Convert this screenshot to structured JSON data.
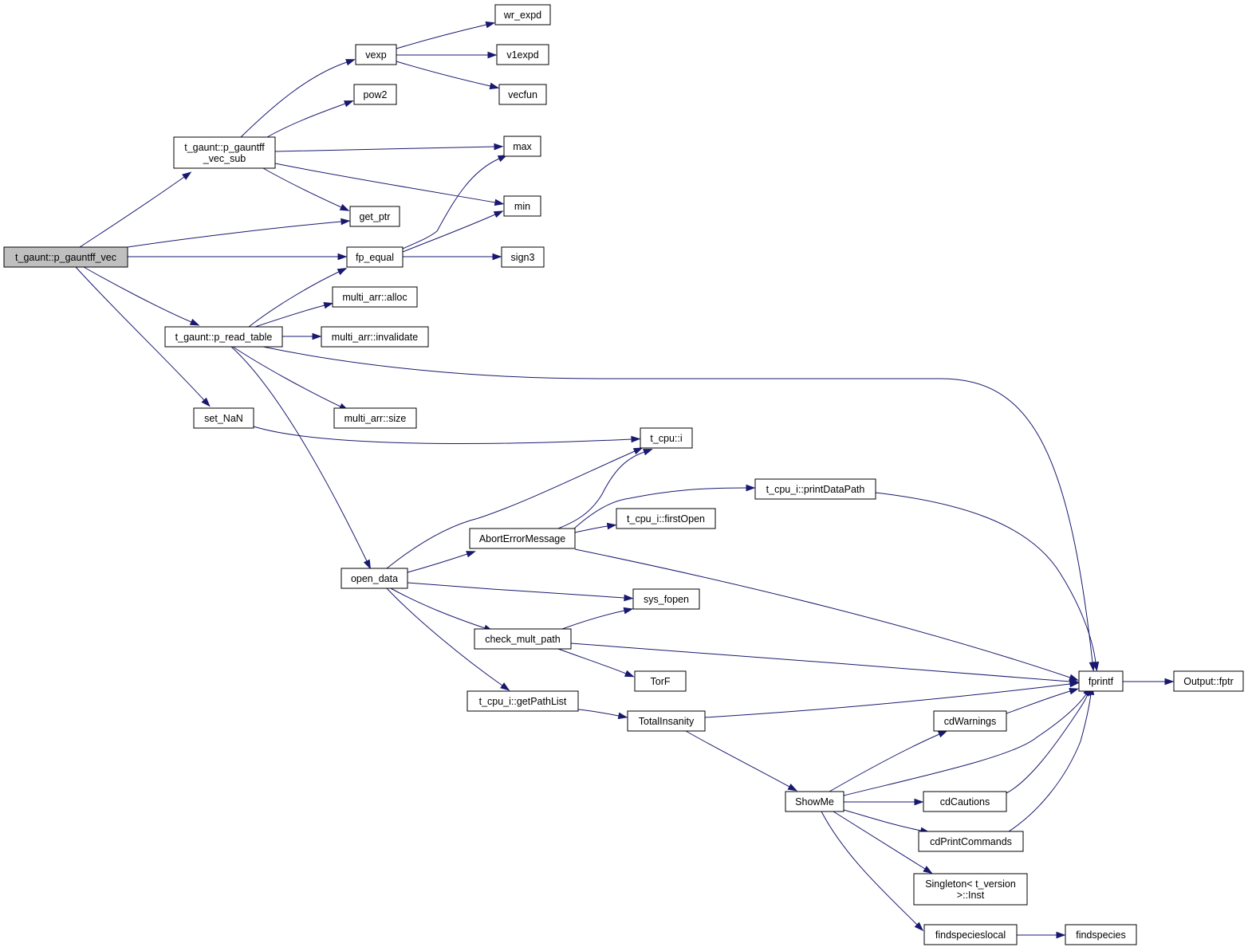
{
  "graph": {
    "colors": {
      "edge": "#191970",
      "root_fill": "#bfbfbf",
      "node_fill": "#ffffff",
      "node_border": "#000000"
    },
    "nodes": [
      {
        "id": "root",
        "lines": [
          "t_gaunt::p_gauntff_vec"
        ]
      },
      {
        "id": "sub",
        "lines": [
          "t_gaunt::p_gauntff",
          "_vec_sub"
        ]
      },
      {
        "id": "vexp",
        "lines": [
          "vexp"
        ]
      },
      {
        "id": "wr",
        "lines": [
          "wr_expd"
        ]
      },
      {
        "id": "v1",
        "lines": [
          "v1expd"
        ]
      },
      {
        "id": "vecfun",
        "lines": [
          "vecfun"
        ]
      },
      {
        "id": "pow2",
        "lines": [
          "pow2"
        ]
      },
      {
        "id": "max",
        "lines": [
          "max"
        ]
      },
      {
        "id": "min",
        "lines": [
          "min"
        ]
      },
      {
        "id": "getptr",
        "lines": [
          "get_ptr"
        ]
      },
      {
        "id": "fpeq",
        "lines": [
          "fp_equal"
        ]
      },
      {
        "id": "sign3",
        "lines": [
          "sign3"
        ]
      },
      {
        "id": "alloc",
        "lines": [
          "multi_arr::alloc"
        ]
      },
      {
        "id": "readtable",
        "lines": [
          "t_gaunt::p_read_table"
        ]
      },
      {
        "id": "invalidate",
        "lines": [
          "multi_arr::invalidate"
        ]
      },
      {
        "id": "size",
        "lines": [
          "multi_arr::size"
        ]
      },
      {
        "id": "setnan",
        "lines": [
          "set_NaN"
        ]
      },
      {
        "id": "tcpu",
        "lines": [
          "t_cpu::i"
        ]
      },
      {
        "id": "printdp",
        "lines": [
          "t_cpu_i::printDataPath"
        ]
      },
      {
        "id": "firstopen",
        "lines": [
          "t_cpu_i::firstOpen"
        ]
      },
      {
        "id": "abort",
        "lines": [
          "AbortErrorMessage"
        ]
      },
      {
        "id": "opendata",
        "lines": [
          "open_data"
        ]
      },
      {
        "id": "sysfopen",
        "lines": [
          "sys_fopen"
        ]
      },
      {
        "id": "checkmult",
        "lines": [
          "check_mult_path"
        ]
      },
      {
        "id": "torf",
        "lines": [
          "TorF"
        ]
      },
      {
        "id": "fprintf",
        "lines": [
          "fprintf"
        ]
      },
      {
        "id": "fptr",
        "lines": [
          "Output::fptr"
        ]
      },
      {
        "id": "getpath",
        "lines": [
          "t_cpu_i::getPathList"
        ]
      },
      {
        "id": "totalins",
        "lines": [
          "TotalInsanity"
        ]
      },
      {
        "id": "cdwarn",
        "lines": [
          "cdWarnings"
        ]
      },
      {
        "id": "showme",
        "lines": [
          "ShowMe"
        ]
      },
      {
        "id": "cdcaut",
        "lines": [
          "cdCautions"
        ]
      },
      {
        "id": "cdprint",
        "lines": [
          "cdPrintCommands"
        ]
      },
      {
        "id": "singleton",
        "lines": [
          "Singleton< t_version",
          ">::Inst"
        ]
      },
      {
        "id": "findsl",
        "lines": [
          "findspecieslocal"
        ]
      },
      {
        "id": "finds",
        "lines": [
          "findspecies"
        ]
      }
    ],
    "edges": [
      [
        "root",
        "sub"
      ],
      [
        "root",
        "getptr"
      ],
      [
        "root",
        "fpeq"
      ],
      [
        "root",
        "readtable"
      ],
      [
        "root",
        "setnan"
      ],
      [
        "sub",
        "vexp"
      ],
      [
        "sub",
        "pow2"
      ],
      [
        "sub",
        "max"
      ],
      [
        "sub",
        "min"
      ],
      [
        "sub",
        "getptr"
      ],
      [
        "vexp",
        "wr"
      ],
      [
        "vexp",
        "v1"
      ],
      [
        "vexp",
        "vecfun"
      ],
      [
        "fpeq",
        "max"
      ],
      [
        "fpeq",
        "min"
      ],
      [
        "fpeq",
        "sign3"
      ],
      [
        "readtable",
        "fpeq"
      ],
      [
        "readtable",
        "alloc"
      ],
      [
        "readtable",
        "invalidate"
      ],
      [
        "readtable",
        "size"
      ],
      [
        "readtable",
        "fprintf"
      ],
      [
        "readtable",
        "opendata"
      ],
      [
        "setnan",
        "tcpu"
      ],
      [
        "opendata",
        "tcpu"
      ],
      [
        "opendata",
        "abort"
      ],
      [
        "opendata",
        "sysfopen"
      ],
      [
        "opendata",
        "checkmult"
      ],
      [
        "opendata",
        "getpath"
      ],
      [
        "abort",
        "tcpu"
      ],
      [
        "abort",
        "printdp"
      ],
      [
        "abort",
        "firstopen"
      ],
      [
        "abort",
        "fprintf"
      ],
      [
        "printdp",
        "fprintf"
      ],
      [
        "checkmult",
        "sysfopen"
      ],
      [
        "checkmult",
        "torf"
      ],
      [
        "checkmult",
        "fprintf"
      ],
      [
        "getpath",
        "totalins"
      ],
      [
        "totalins",
        "fprintf"
      ],
      [
        "totalins",
        "showme"
      ],
      [
        "showme",
        "cdwarn"
      ],
      [
        "showme",
        "fprintf"
      ],
      [
        "showme",
        "cdcaut"
      ],
      [
        "showme",
        "cdprint"
      ],
      [
        "showme",
        "singleton"
      ],
      [
        "showme",
        "findsl"
      ],
      [
        "cdwarn",
        "fprintf"
      ],
      [
        "cdcaut",
        "fprintf"
      ],
      [
        "cdprint",
        "fprintf"
      ],
      [
        "fprintf",
        "fptr"
      ],
      [
        "findsl",
        "finds"
      ]
    ]
  }
}
